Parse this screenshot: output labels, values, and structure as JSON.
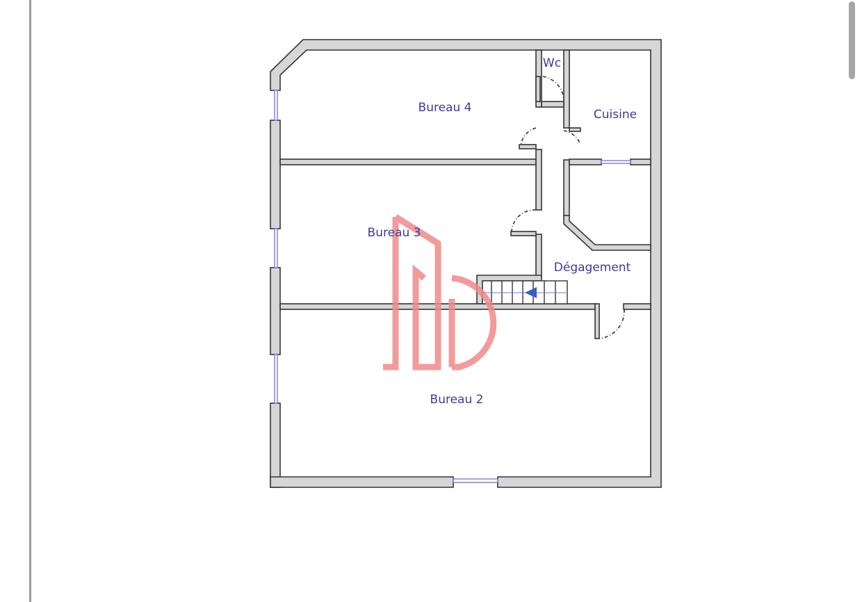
{
  "document": {
    "type": "floor-plan",
    "rooms": [
      {
        "id": "bureau4",
        "label": "Bureau 4"
      },
      {
        "id": "wc",
        "label": "Wc"
      },
      {
        "id": "cuisine",
        "label": "Cuisine"
      },
      {
        "id": "bureau3",
        "label": "Bureau 3"
      },
      {
        "id": "degagement",
        "label": "Dégagement"
      },
      {
        "id": "bureau2",
        "label": "Bureau 2"
      }
    ],
    "watermark": {
      "description": "lb-logo",
      "color": "#f08a8a"
    },
    "colors": {
      "wall_fill": "#d6d6d6",
      "wall_stroke": "#333333",
      "window": "#7b7bd0",
      "label": "#3b3b9a",
      "stair_arrow": "#3a5bc8"
    }
  },
  "viewer": {
    "scrollbar": {
      "position": "top"
    }
  }
}
